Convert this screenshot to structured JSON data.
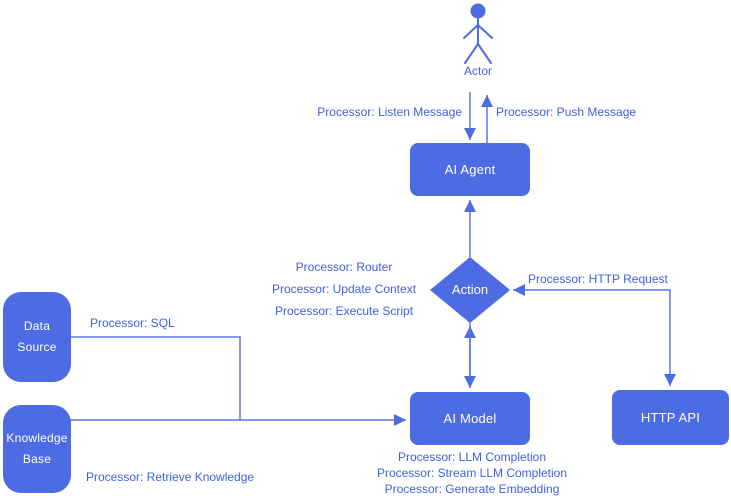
{
  "colors": {
    "node_fill": "#4d6ce4",
    "connector": "#5b74e8",
    "label_text": "#3f5fe3",
    "node_text": "#ffffff",
    "background": "#ffffff"
  },
  "nodes": {
    "actor": {
      "label": "Actor"
    },
    "ai_agent": {
      "label": "AI Agent"
    },
    "action": {
      "label": "Action"
    },
    "ai_model": {
      "label": "AI Model"
    },
    "http_api": {
      "label": "HTTP API"
    },
    "data_source": {
      "label": "Data Source"
    },
    "knowledge_base": {
      "label": "Knowledge Base"
    }
  },
  "edge_labels": {
    "listen_message": "Processor: Listen Message",
    "push_message": "Processor: Push Message",
    "router": "Processor: Router",
    "update_context": "Processor: Update Context",
    "execute_script": "Processor: Execute Script",
    "http_request": "Processor: HTTP Request",
    "sql": "Processor: SQL",
    "retrieve_knowledge": "Processor: Retrieve Knowledge",
    "llm_completion": "Processor: LLM Completion",
    "stream_llm_completion": "Processor: Stream LLM Completion",
    "generate_embedding": "Processor: Generate Embedding"
  }
}
